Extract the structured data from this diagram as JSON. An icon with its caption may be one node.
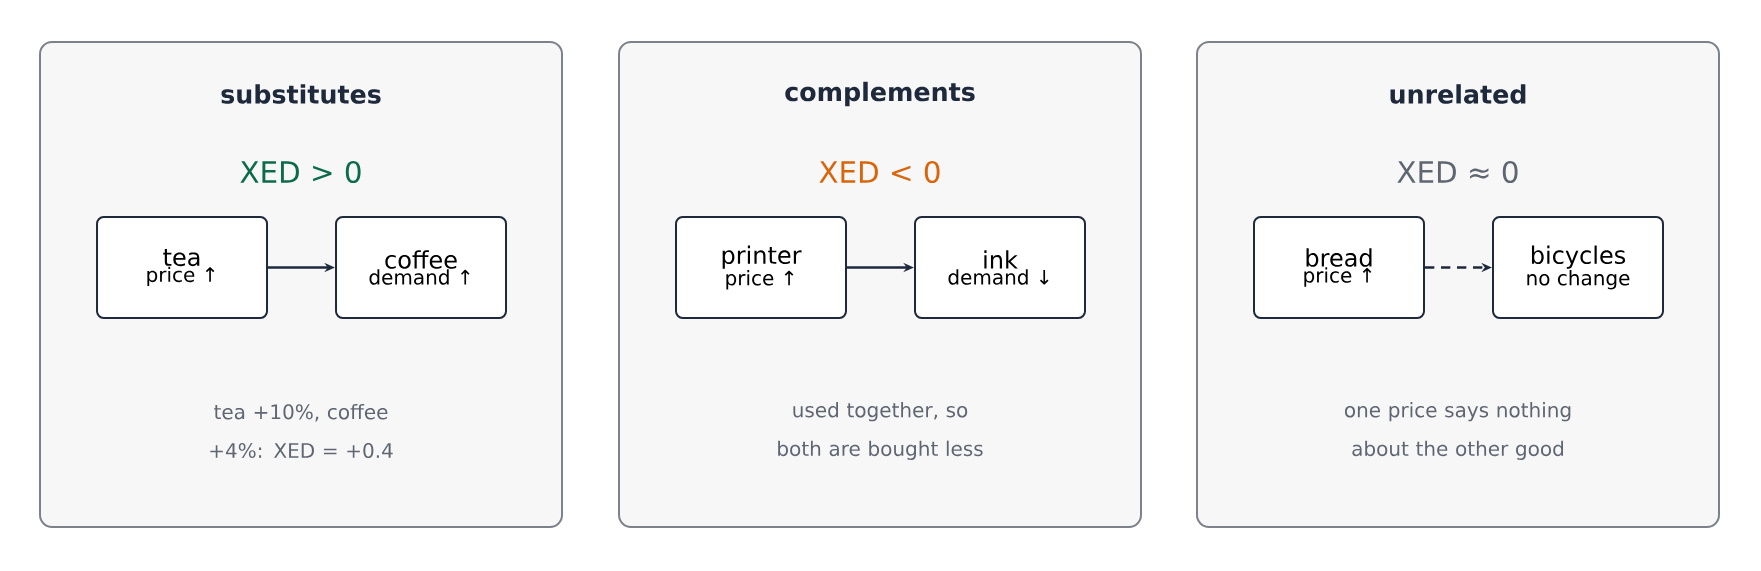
{
  "diagram": {
    "nodes": [
      {
        "text": [
          "substitutes",
          "XED > 0",
          "tea +10%, coffee +4%: XED = +0.4"
        ]
      },
      {
        "text": [
          "tea",
          "price ↑"
        ],
        "in": 0
      },
      {
        "text": [
          "coffee",
          "demand ↑"
        ],
        "in": 0
      },
      {
        "text": [
          "complements",
          "XED < 0",
          "used together, so both are bought less"
        ]
      },
      {
        "text": [
          "printer",
          "price ↑"
        ],
        "in": 3
      },
      {
        "text": [
          "ink",
          "demand ↓"
        ],
        "in": 3
      },
      {
        "text": [
          "unrelated",
          "XED ≈ 0",
          "one price says nothing about the other good"
        ]
      },
      {
        "text": [
          "bread",
          "price ↑"
        ],
        "in": 6
      },
      {
        "text": [
          "bicycles",
          "no change"
        ],
        "in": 6
      }
    ],
    "edges": [
      {
        "from": 1,
        "to": 2,
        "arrow": "to"
      },
      {
        "from": 4,
        "to": 5,
        "arrow": "to"
      },
      {
        "from": 7,
        "to": 8,
        "arrow": "to",
        "style": "dashed"
      }
    ]
  }
}
